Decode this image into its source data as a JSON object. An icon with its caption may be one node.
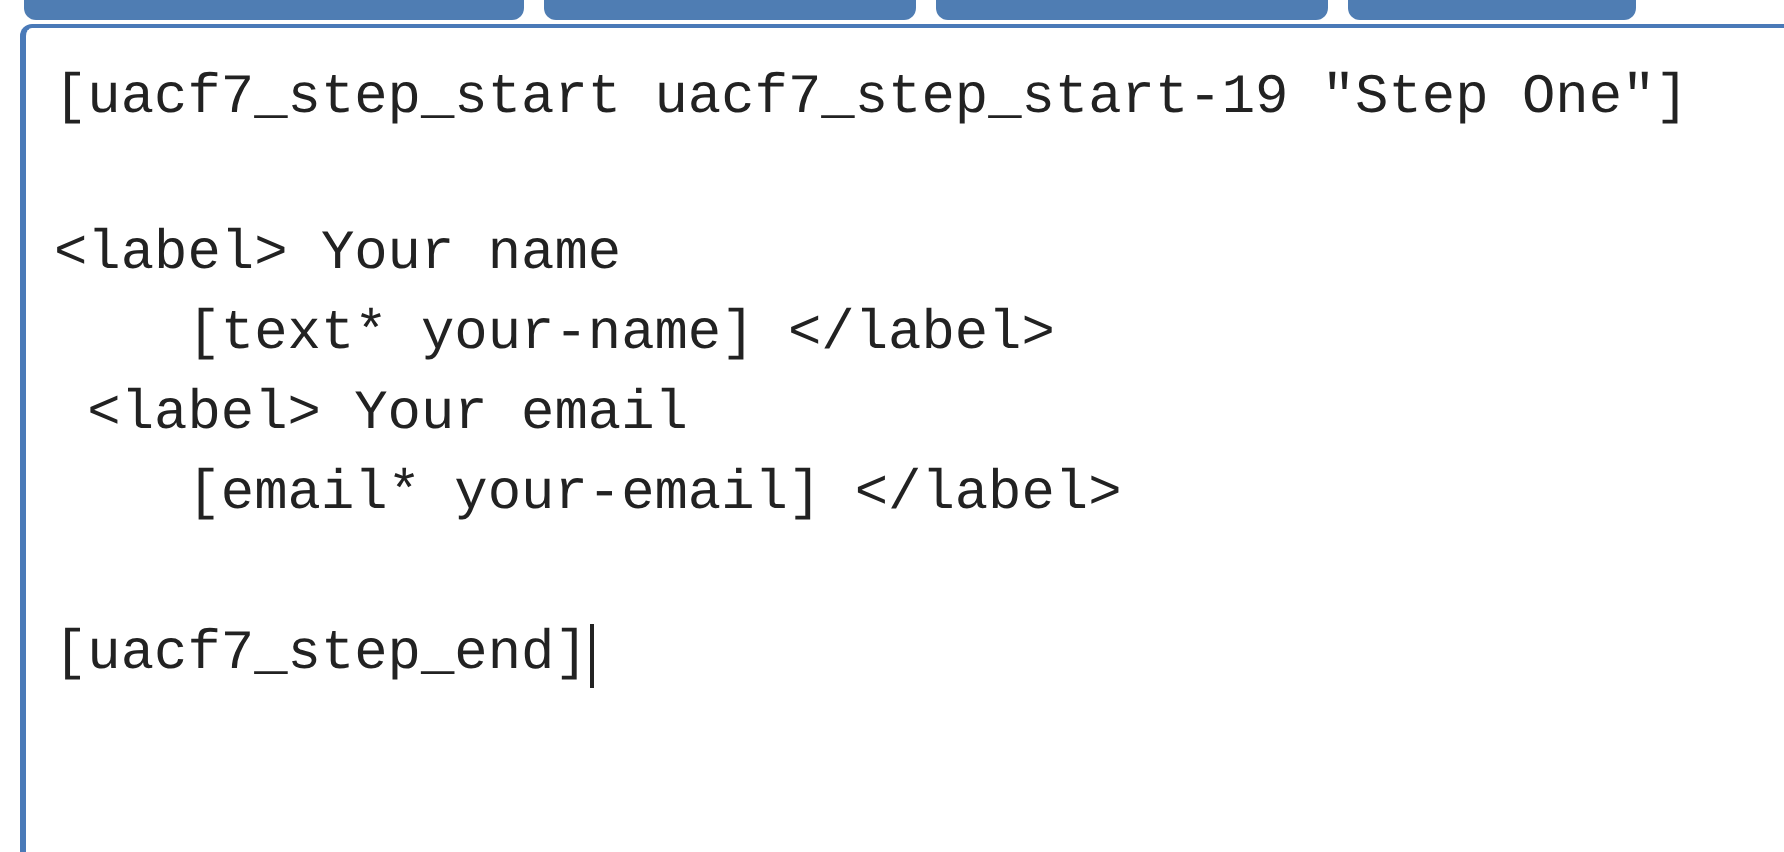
{
  "diagram": {
    "labels": [
      "[uacf7_step_start uacf7_step_start-19 \"Step One\"]",
      "<label> Your name",
      "[text* your-name] </label>",
      "<label> Your email",
      "[email* your-email] </label>",
      "[uacf7_step_end]"
    ]
  }
}
